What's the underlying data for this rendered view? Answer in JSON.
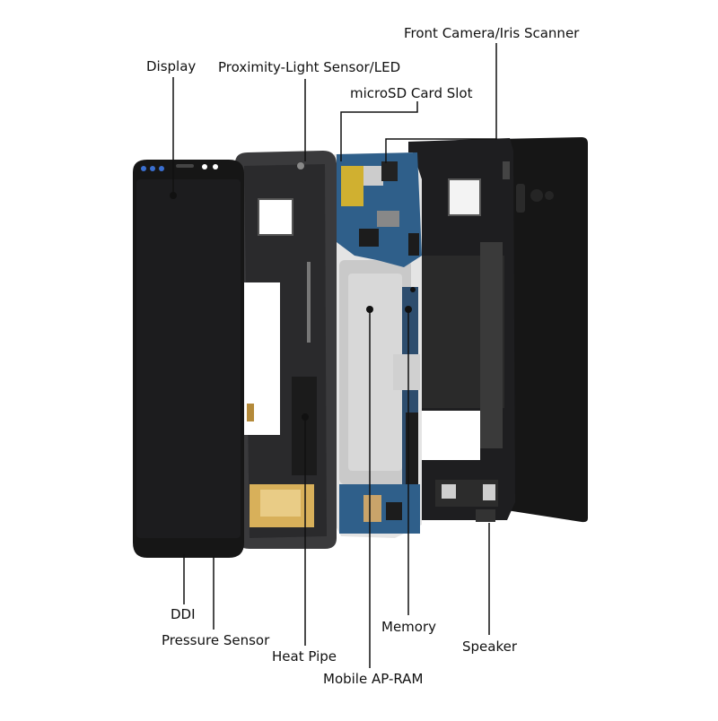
{
  "labels": {
    "front_camera": "Front Camera/Iris Scanner",
    "display": "Display",
    "proximity": "Proximity-Light Sensor/LED",
    "microsd": "microSD Card Slot",
    "ddi": "DDI",
    "pressure": "Pressure Sensor",
    "heat_pipe": "Heat Pipe",
    "mobile_ap": "Mobile AP-RAM",
    "memory": "Memory",
    "speaker": "Speaker"
  },
  "colors": {
    "leader_line": "#111111",
    "panel_black": "#161616",
    "frame_gray": "#3a3a3c",
    "board_blue": "#2f5f8a",
    "battery_silver": "#d2d2d2",
    "heat_pipe_copper": "#d8b05a"
  }
}
